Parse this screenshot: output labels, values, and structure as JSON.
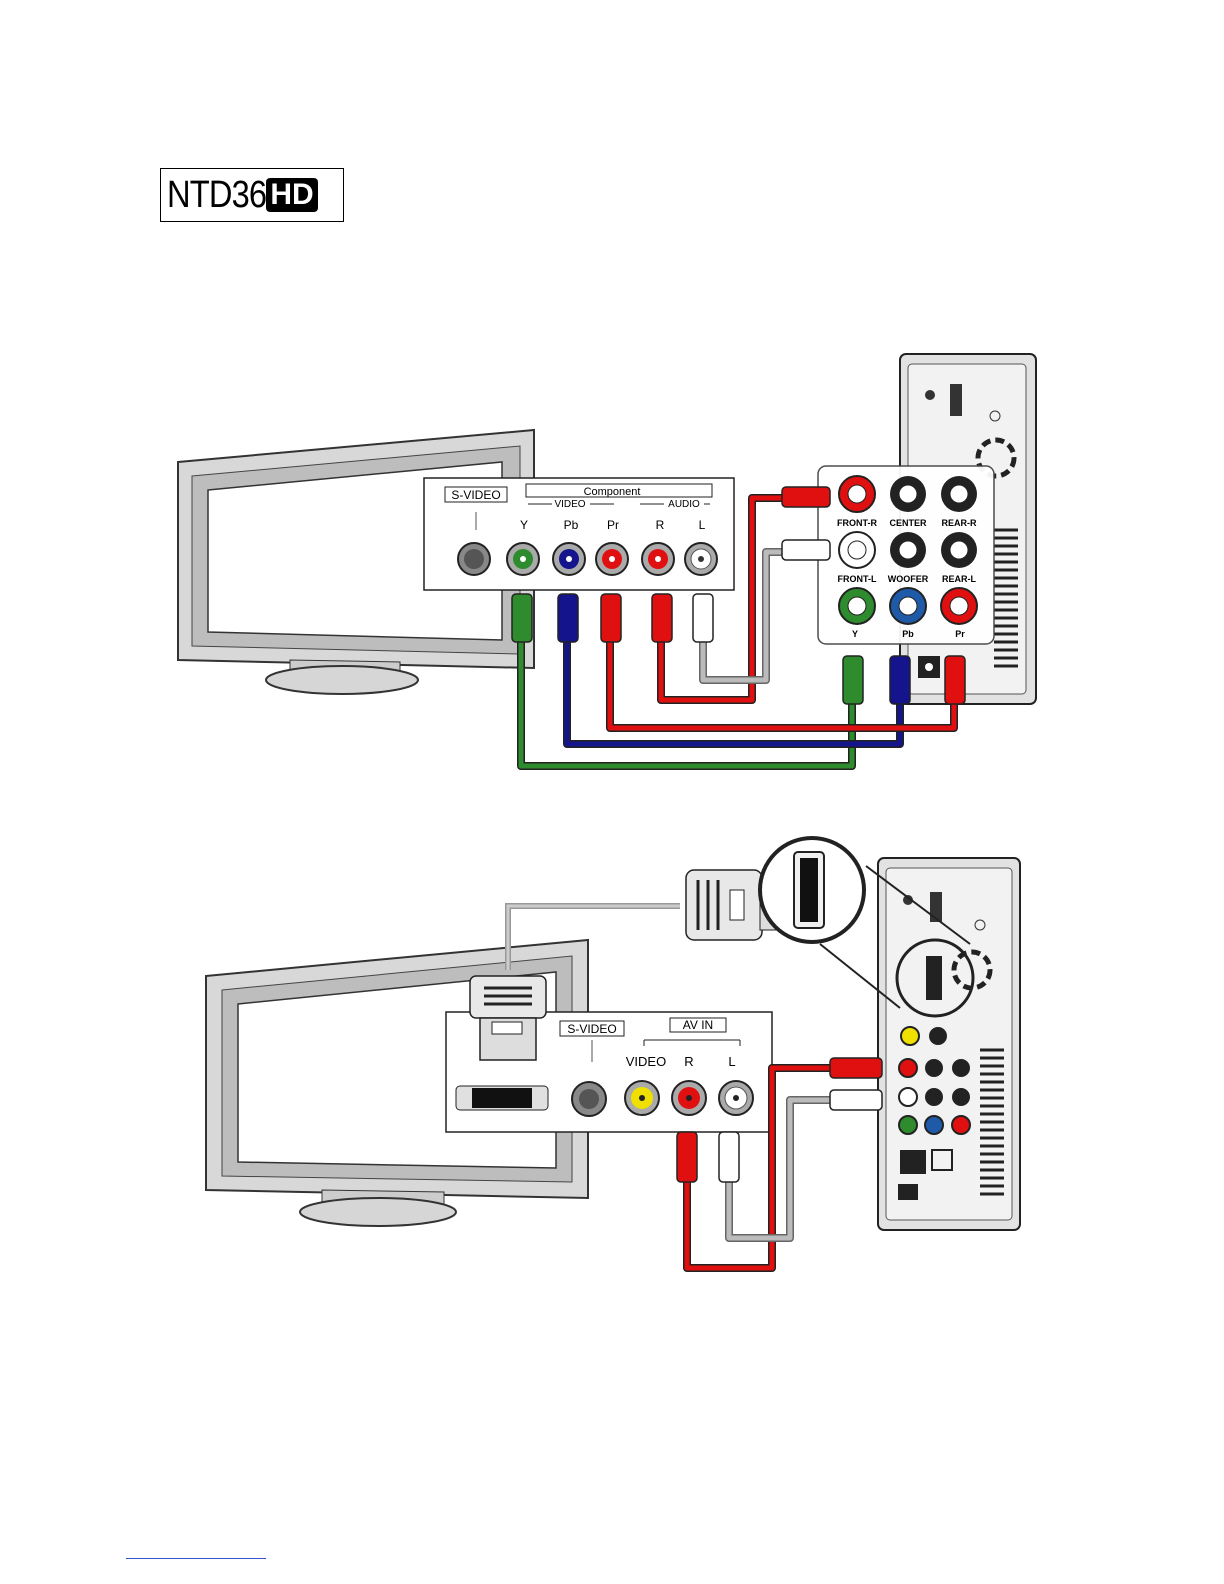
{
  "logo": {
    "text": "NTD36",
    "badge": "HD"
  },
  "diagram1": {
    "tv_panel": {
      "svideo_label": "S-VIDEO",
      "component_label": "Component",
      "video_label": "VIDEO",
      "audio_label": "AUDIO",
      "jacks": [
        "Y",
        "Pb",
        "Pr",
        "R",
        "L"
      ]
    },
    "device_panel": {
      "row1": [
        "FRONT-R",
        "CENTER",
        "REAR-R"
      ],
      "row2": [
        "FRONT-L",
        "WOOFER",
        "REAR-L"
      ],
      "row3": [
        "Y",
        "Pb",
        "Pr"
      ]
    }
  },
  "diagram2": {
    "tv_panel": {
      "svideo_label": "S-VIDEO",
      "avin_label": "AV IN",
      "jacks": [
        "VIDEO",
        "R",
        "L"
      ]
    }
  },
  "colors": {
    "green": "#2e8b2e",
    "blue": "#14148c",
    "red": "#e01010",
    "white_cable": "#bbbbbb",
    "yellow": "#f0e000"
  }
}
